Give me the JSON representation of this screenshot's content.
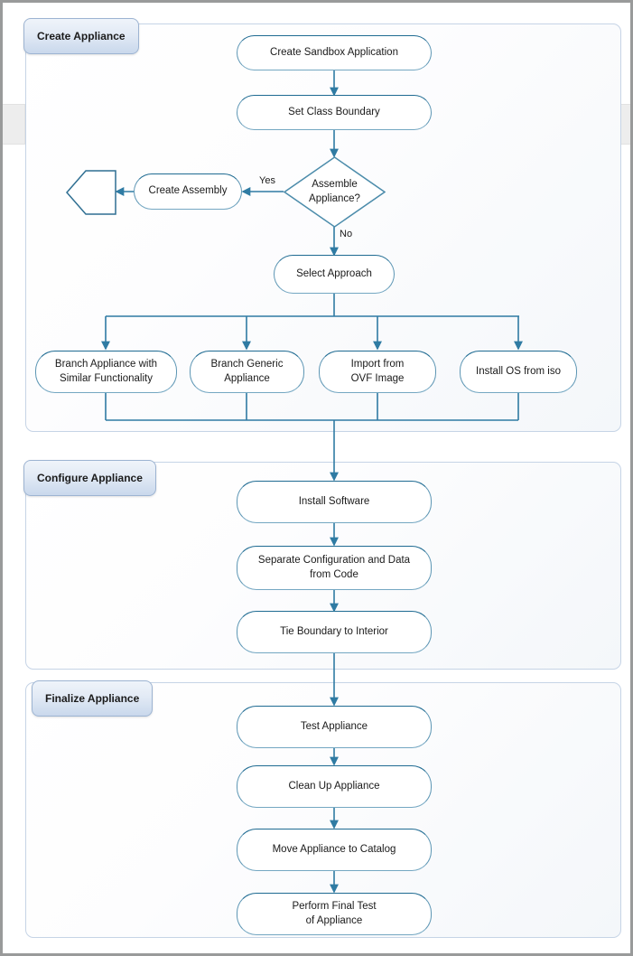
{
  "diagram": {
    "title": "Appliance Creation Flowchart",
    "stroke_color": "#2f7ba3",
    "node_border_top": "#1f6b92",
    "panel_border": "#c6d4e6",
    "tab_border": "#9db4d2"
  },
  "groups": [
    {
      "id": "create-appliance",
      "label": "Create Appliance",
      "nodes": [
        {
          "id": "create-sandbox-application",
          "label": "Create Sandbox Application",
          "shape": "rounded"
        },
        {
          "id": "set-class-boundary",
          "label": "Set Class Boundary",
          "shape": "rounded"
        },
        {
          "id": "assemble-appliance",
          "label": "Assemble\nAppliance?",
          "shape": "diamond"
        },
        {
          "id": "create-assembly",
          "label": "Create Assembly",
          "shape": "rounded"
        },
        {
          "id": "offpage-connector",
          "label": "",
          "shape": "pentagon"
        },
        {
          "id": "select-approach",
          "label": "Select Approach",
          "shape": "rounded"
        },
        {
          "id": "branch-appliance-similar",
          "label": "Branch Appliance with\nSimilar Functionality",
          "shape": "rounded"
        },
        {
          "id": "branch-generic-appliance",
          "label": "Branch Generic\nAppliance",
          "shape": "rounded"
        },
        {
          "id": "import-from-ovf-image",
          "label": "Import from\nOVF Image",
          "shape": "rounded"
        },
        {
          "id": "install-os-from-iso",
          "label": "Install OS from iso",
          "shape": "rounded"
        }
      ],
      "edge_labels": [
        {
          "id": "yes-label",
          "text": "Yes"
        },
        {
          "id": "no-label",
          "text": "No"
        }
      ]
    },
    {
      "id": "configure-appliance",
      "label": "Configure Appliance",
      "nodes": [
        {
          "id": "install-software",
          "label": "Install Software",
          "shape": "rounded"
        },
        {
          "id": "separate-config-data",
          "label": "Separate Configuration and Data\nfrom Code",
          "shape": "rounded"
        },
        {
          "id": "tie-boundary-to-interior",
          "label": "Tie Boundary to Interior",
          "shape": "rounded"
        }
      ],
      "edge_labels": []
    },
    {
      "id": "finalize-appliance",
      "label": "Finalize Appliance",
      "nodes": [
        {
          "id": "test-appliance",
          "label": "Test Appliance",
          "shape": "rounded"
        },
        {
          "id": "clean-up-appliance",
          "label": "Clean Up Appliance",
          "shape": "rounded"
        },
        {
          "id": "move-appliance-to-catalog",
          "label": "Move Appliance to Catalog",
          "shape": "rounded"
        },
        {
          "id": "perform-final-test",
          "label": "Perform Final Test\nof Appliance",
          "shape": "rounded"
        }
      ],
      "edge_labels": []
    }
  ]
}
